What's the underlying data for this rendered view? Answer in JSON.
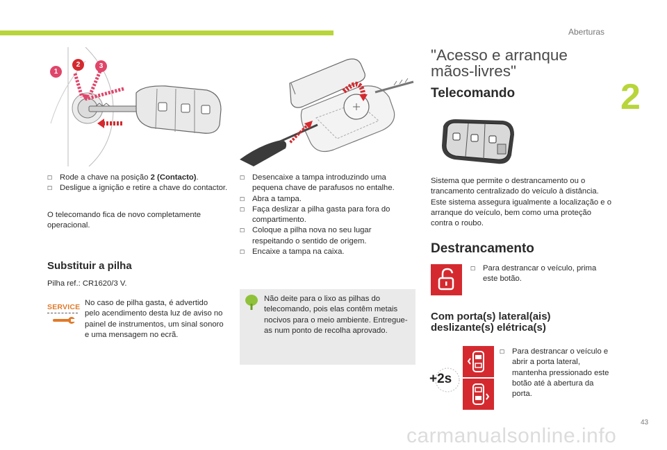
{
  "header": {
    "section": "Aberturas",
    "chapter": "2"
  },
  "footer": {
    "page": "43",
    "watermark": "carmanualsonline.info"
  },
  "col1": {
    "steps": [
      {
        "text_a": "Rode a chave na posição ",
        "text_bold": "2 (Contacto)",
        "text_b": "."
      },
      {
        "text": "Desligue a ignição e retire a chave do contactor."
      }
    ],
    "para": "O telecomando fica de novo completamente operacional.",
    "heading": "Substituir a pilha",
    "battery_ref": "Pilha ref.: CR1620/3 V.",
    "service_label": "SERVICE",
    "service_text": "No caso de pilha gasta, é advertido pelo acendimento desta luz de aviso no painel de instrumentos, um sinal sonoro e uma mensagem no ecrã.",
    "callouts": [
      "1",
      "2",
      "3"
    ]
  },
  "col2": {
    "steps": [
      "Desencaixe a tampa introduzindo uma pequena chave de parafusos no entalhe.",
      "Abra a tampa.",
      "Faça deslizar a pilha gasta para fora do compartimento.",
      "Coloque a pilha nova no seu lugar respeitando o sentido de origem.",
      "Encaixe a tampa na caixa."
    ],
    "eco_note": "Não deite para o lixo as pilhas do telecomando, pois elas contêm metais nocivos para o meio ambiente. Entregue-as num ponto de recolha aprovado."
  },
  "col3": {
    "title": "\"Acesso e arranque mãos-livres\"",
    "h_remote": "Telecomando",
    "remote_desc": "Sistema que permite o destrancamento ou o trancamento centralizado do veículo à distância. Este sistema assegura igualmente a localização e o arranque do veículo, bem como uma proteção contra o roubo.",
    "h_unlock": "Destrancamento",
    "unlock_step": "Para destrancar o veículo, prima este botão.",
    "h_sliding": "Com porta(s) lateral(ais) deslizante(s) elétrica(s)",
    "sliding_step": "Para destrancar o veículo e abrir a porta lateral, mantenha pressionado este botão até à abertura da porta.",
    "hold_label": "+2s"
  },
  "colors": {
    "accent_green": "#b8d53a",
    "title_gray": "#4a4a4a",
    "red": "#d42a2f",
    "callout_pink": "#e0456a"
  },
  "icons": {
    "bullet": "square-bullet-icon",
    "eco": "leaf-icon",
    "service": "wrench-icon",
    "unlock": "padlock-open-icon",
    "door": "car-door-icon"
  }
}
